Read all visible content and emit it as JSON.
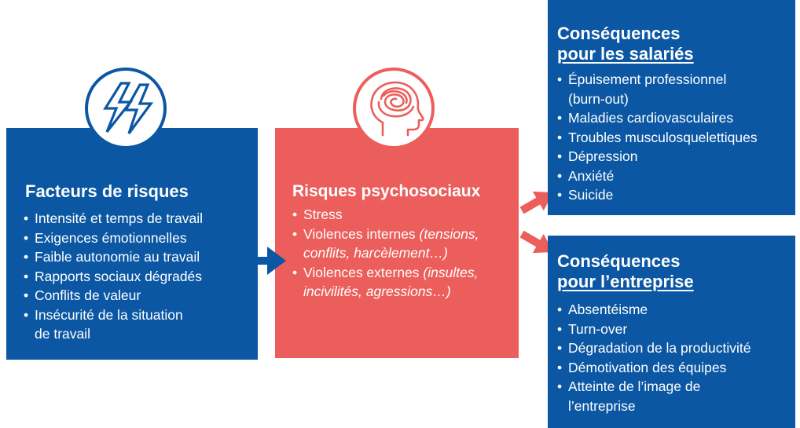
{
  "facteurs": {
    "title": "Facteurs de risques",
    "items": [
      "Intensité et temps de travail",
      "Exigences émotionnelles",
      "Faible autonomie au travail",
      "Rapports sociaux dégradés",
      "Conflits de valeur",
      "Insécurité de la situation",
      "de travail"
    ],
    "icon": "lightning-icon"
  },
  "risques": {
    "title": "Risques psychosociaux",
    "items": [
      {
        "text": "Stress"
      },
      {
        "text": "Violences internes ",
        "italic": "(tensions,",
        "cont": "conflits, harcèlement…)"
      },
      {
        "text": "Violences externes ",
        "italic": "(insultes,",
        "cont": "incivilités, agressions…)"
      }
    ],
    "icon": "brain-head-icon"
  },
  "salaries": {
    "title_line1": "Conséquences",
    "title_line2": "pour les salariés",
    "items": [
      "Épuisement professionnel",
      "(burn-out)",
      "Maladies cardiovasculaires",
      "Troubles musculosquelettiques",
      "Dépression",
      "Anxiété",
      "Suicide"
    ]
  },
  "entreprise": {
    "title_line1": "Conséquences",
    "title_line2": "pour l’entreprise",
    "items": [
      "Absentéisme",
      "Turn-over",
      "Dégradation de la productivité",
      "Démotivation des équipes",
      "Atteinte de l’image de",
      "l’entreprise"
    ]
  },
  "colors": {
    "blue": "#0b57a4",
    "red": "#ec5e5b",
    "white": "#ffffff"
  }
}
